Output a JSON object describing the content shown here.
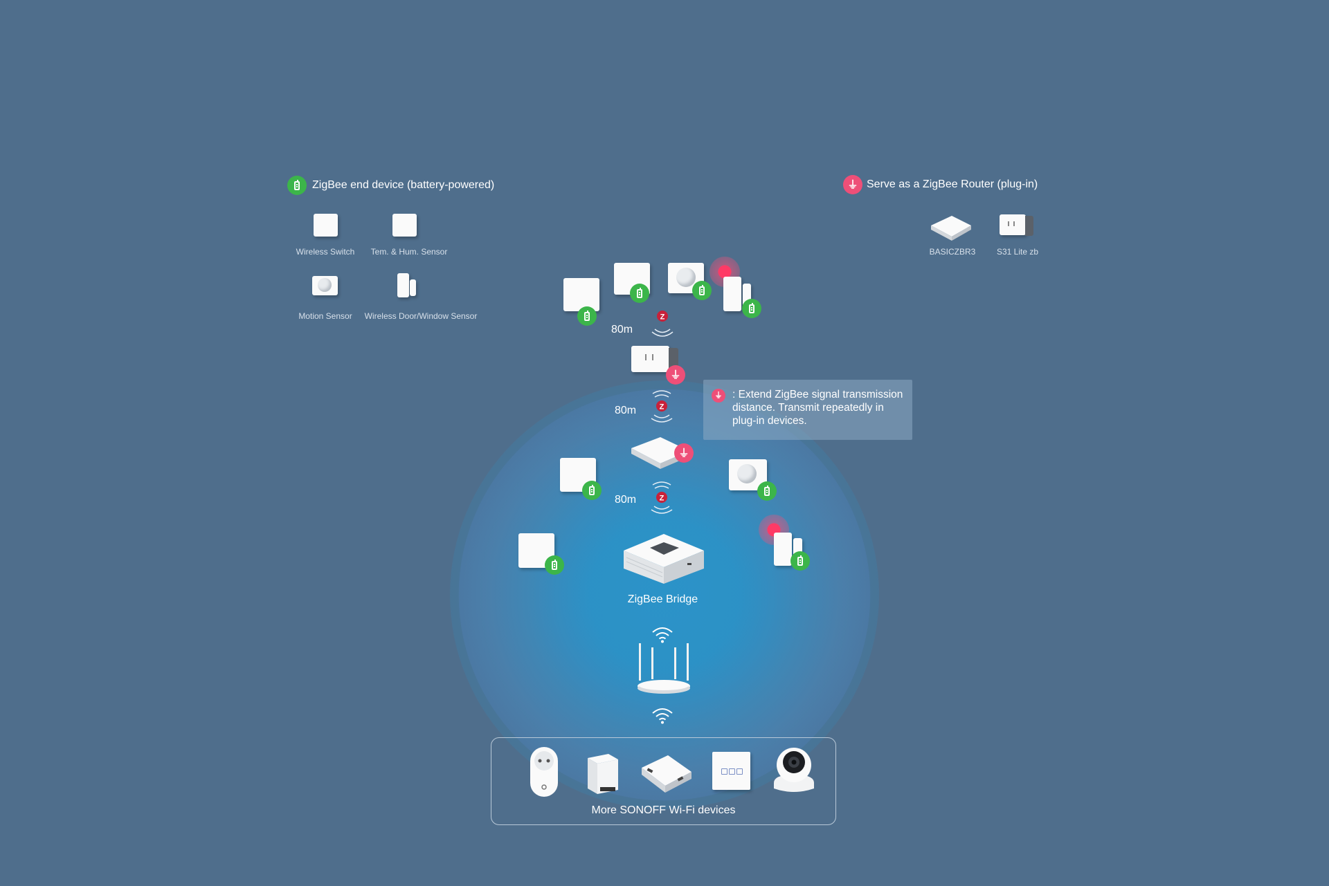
{
  "legend": {
    "end_device_title": "ZigBee end device (battery-powered)",
    "router_title": "Serve as a ZigBee Router (plug-in)",
    "end_devices": [
      {
        "label": "Wireless Switch",
        "icon": "wireless-switch-icon"
      },
      {
        "label": "Tem. & Hum. Sensor",
        "icon": "temp-humidity-sensor-icon"
      },
      {
        "label": "Motion Sensor",
        "icon": "motion-sensor-icon"
      },
      {
        "label": "Wireless Door/Window Sensor",
        "icon": "door-window-sensor-icon"
      }
    ],
    "routers": [
      {
        "label": "BASICZBR3",
        "icon": "basiczbr3-icon"
      },
      {
        "label": "S31 Lite zb",
        "icon": "s31-lite-zb-icon"
      }
    ]
  },
  "distances": [
    "80m",
    "80m",
    "80m"
  ],
  "tooltip": {
    "text": ": Extend ZigBee signal transmission distance. Transmit repeatedly in plug-in devices."
  },
  "bridge": {
    "label": "ZigBee Bridge"
  },
  "wifi_devices": {
    "label": "More SONOFF Wi-Fi devices",
    "items": [
      "smart-plug-icon",
      "mini-switch-icon",
      "basic-switch-icon",
      "wall-switch-icon",
      "camera-icon"
    ]
  },
  "colors": {
    "background": "#4f6e8c",
    "battery_badge": "#3cb54a",
    "router_badge": "#ee4f78",
    "zigbee_signal": "#c8213a"
  }
}
